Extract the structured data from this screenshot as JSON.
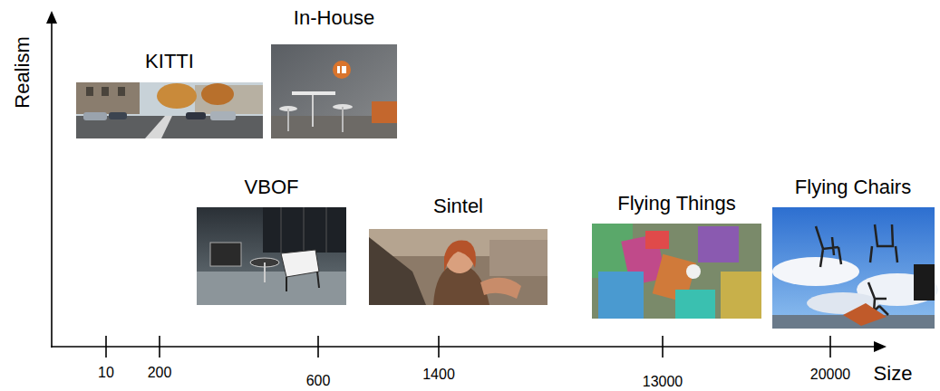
{
  "diagram": {
    "nodes": [
      {
        "text": [
          "KITTI"
        ]
      },
      {
        "text": [
          "In-House"
        ]
      },
      {
        "text": [
          "VBOF"
        ]
      },
      {
        "text": [
          "Sintel"
        ]
      },
      {
        "text": [
          "Flying Things"
        ]
      },
      {
        "text": [
          "Flying Chairs"
        ]
      }
    ],
    "labels": [
      "Realism",
      "Size",
      "10",
      "200",
      "600",
      "1400",
      "13000",
      "20000"
    ]
  }
}
